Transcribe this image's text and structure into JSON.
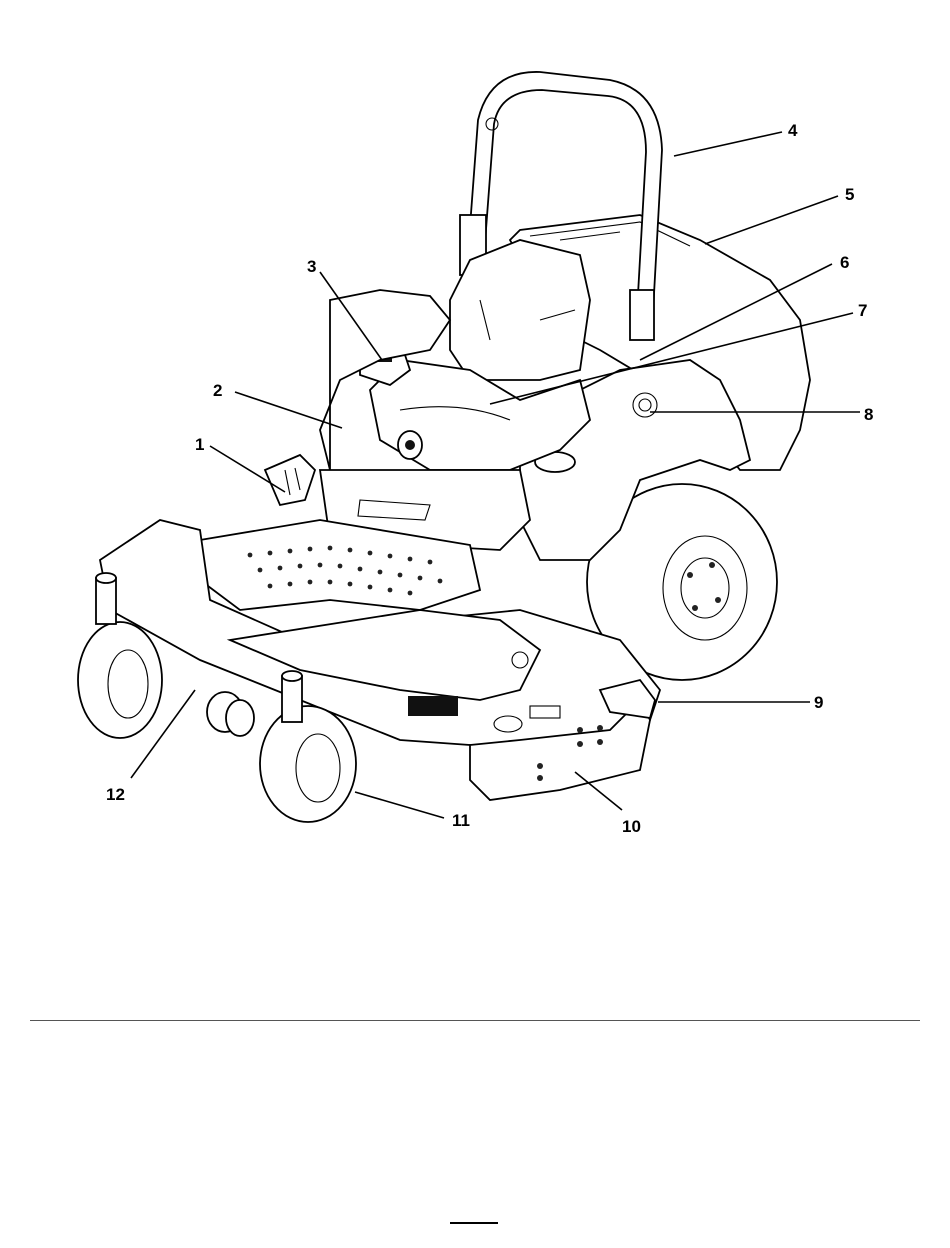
{
  "figure": {
    "callouts": [
      {
        "label": "1"
      },
      {
        "label": "2"
      },
      {
        "label": "3"
      },
      {
        "label": "4"
      },
      {
        "label": "5"
      },
      {
        "label": "6"
      },
      {
        "label": "7"
      },
      {
        "label": "8"
      },
      {
        "label": "9"
      },
      {
        "label": "10"
      },
      {
        "label": "11"
      },
      {
        "label": "12"
      }
    ]
  }
}
